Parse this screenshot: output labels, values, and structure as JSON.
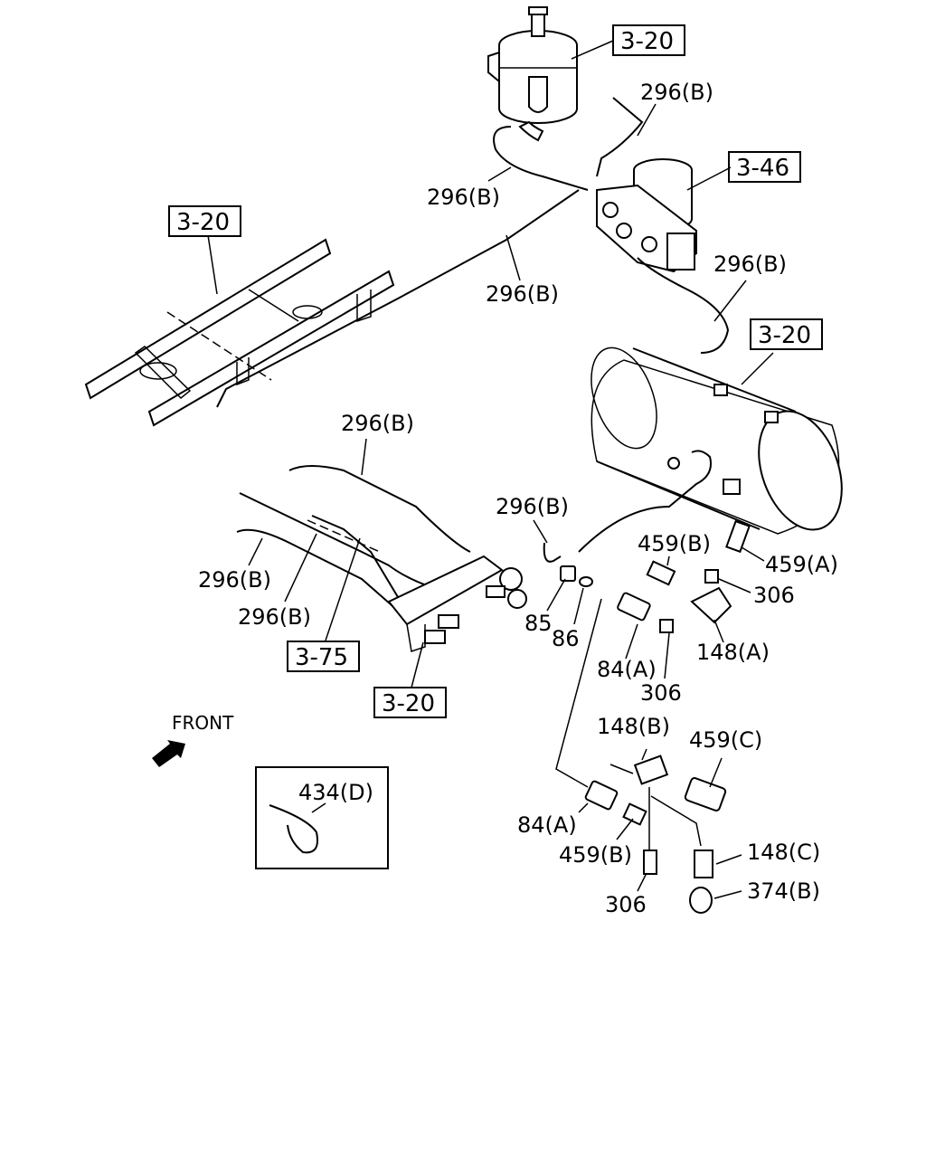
{
  "refs": {
    "r320_top": "3-20",
    "r346": "3-46",
    "r320_left": "3-20",
    "r320_tank": "3-20",
    "r375": "3-75",
    "r320_bottom": "3-20"
  },
  "labels": {
    "p296_a": "296(B)",
    "p296_b": "296(B)",
    "p296_c": "296(B)",
    "p296_d": "296(B)",
    "p296_e": "296(B)",
    "p296_f": "296(B)",
    "p296_g": "296(B)",
    "p296_h": "296(B)",
    "p459b_a": "459(B)",
    "p459a": "459(A)",
    "p306_a": "306",
    "p85": "85",
    "p86": "86",
    "p84a_a": "84(A)",
    "p148a": "148(A)",
    "p306_b": "306",
    "p148b": "148(B)",
    "p459c": "459(C)",
    "p84a_b": "84(A)",
    "p459b_b": "459(B)",
    "p148c": "148(C)",
    "p306_c": "306",
    "p374b": "374(B)",
    "p434d": "434(D)"
  },
  "front": "FRONT"
}
